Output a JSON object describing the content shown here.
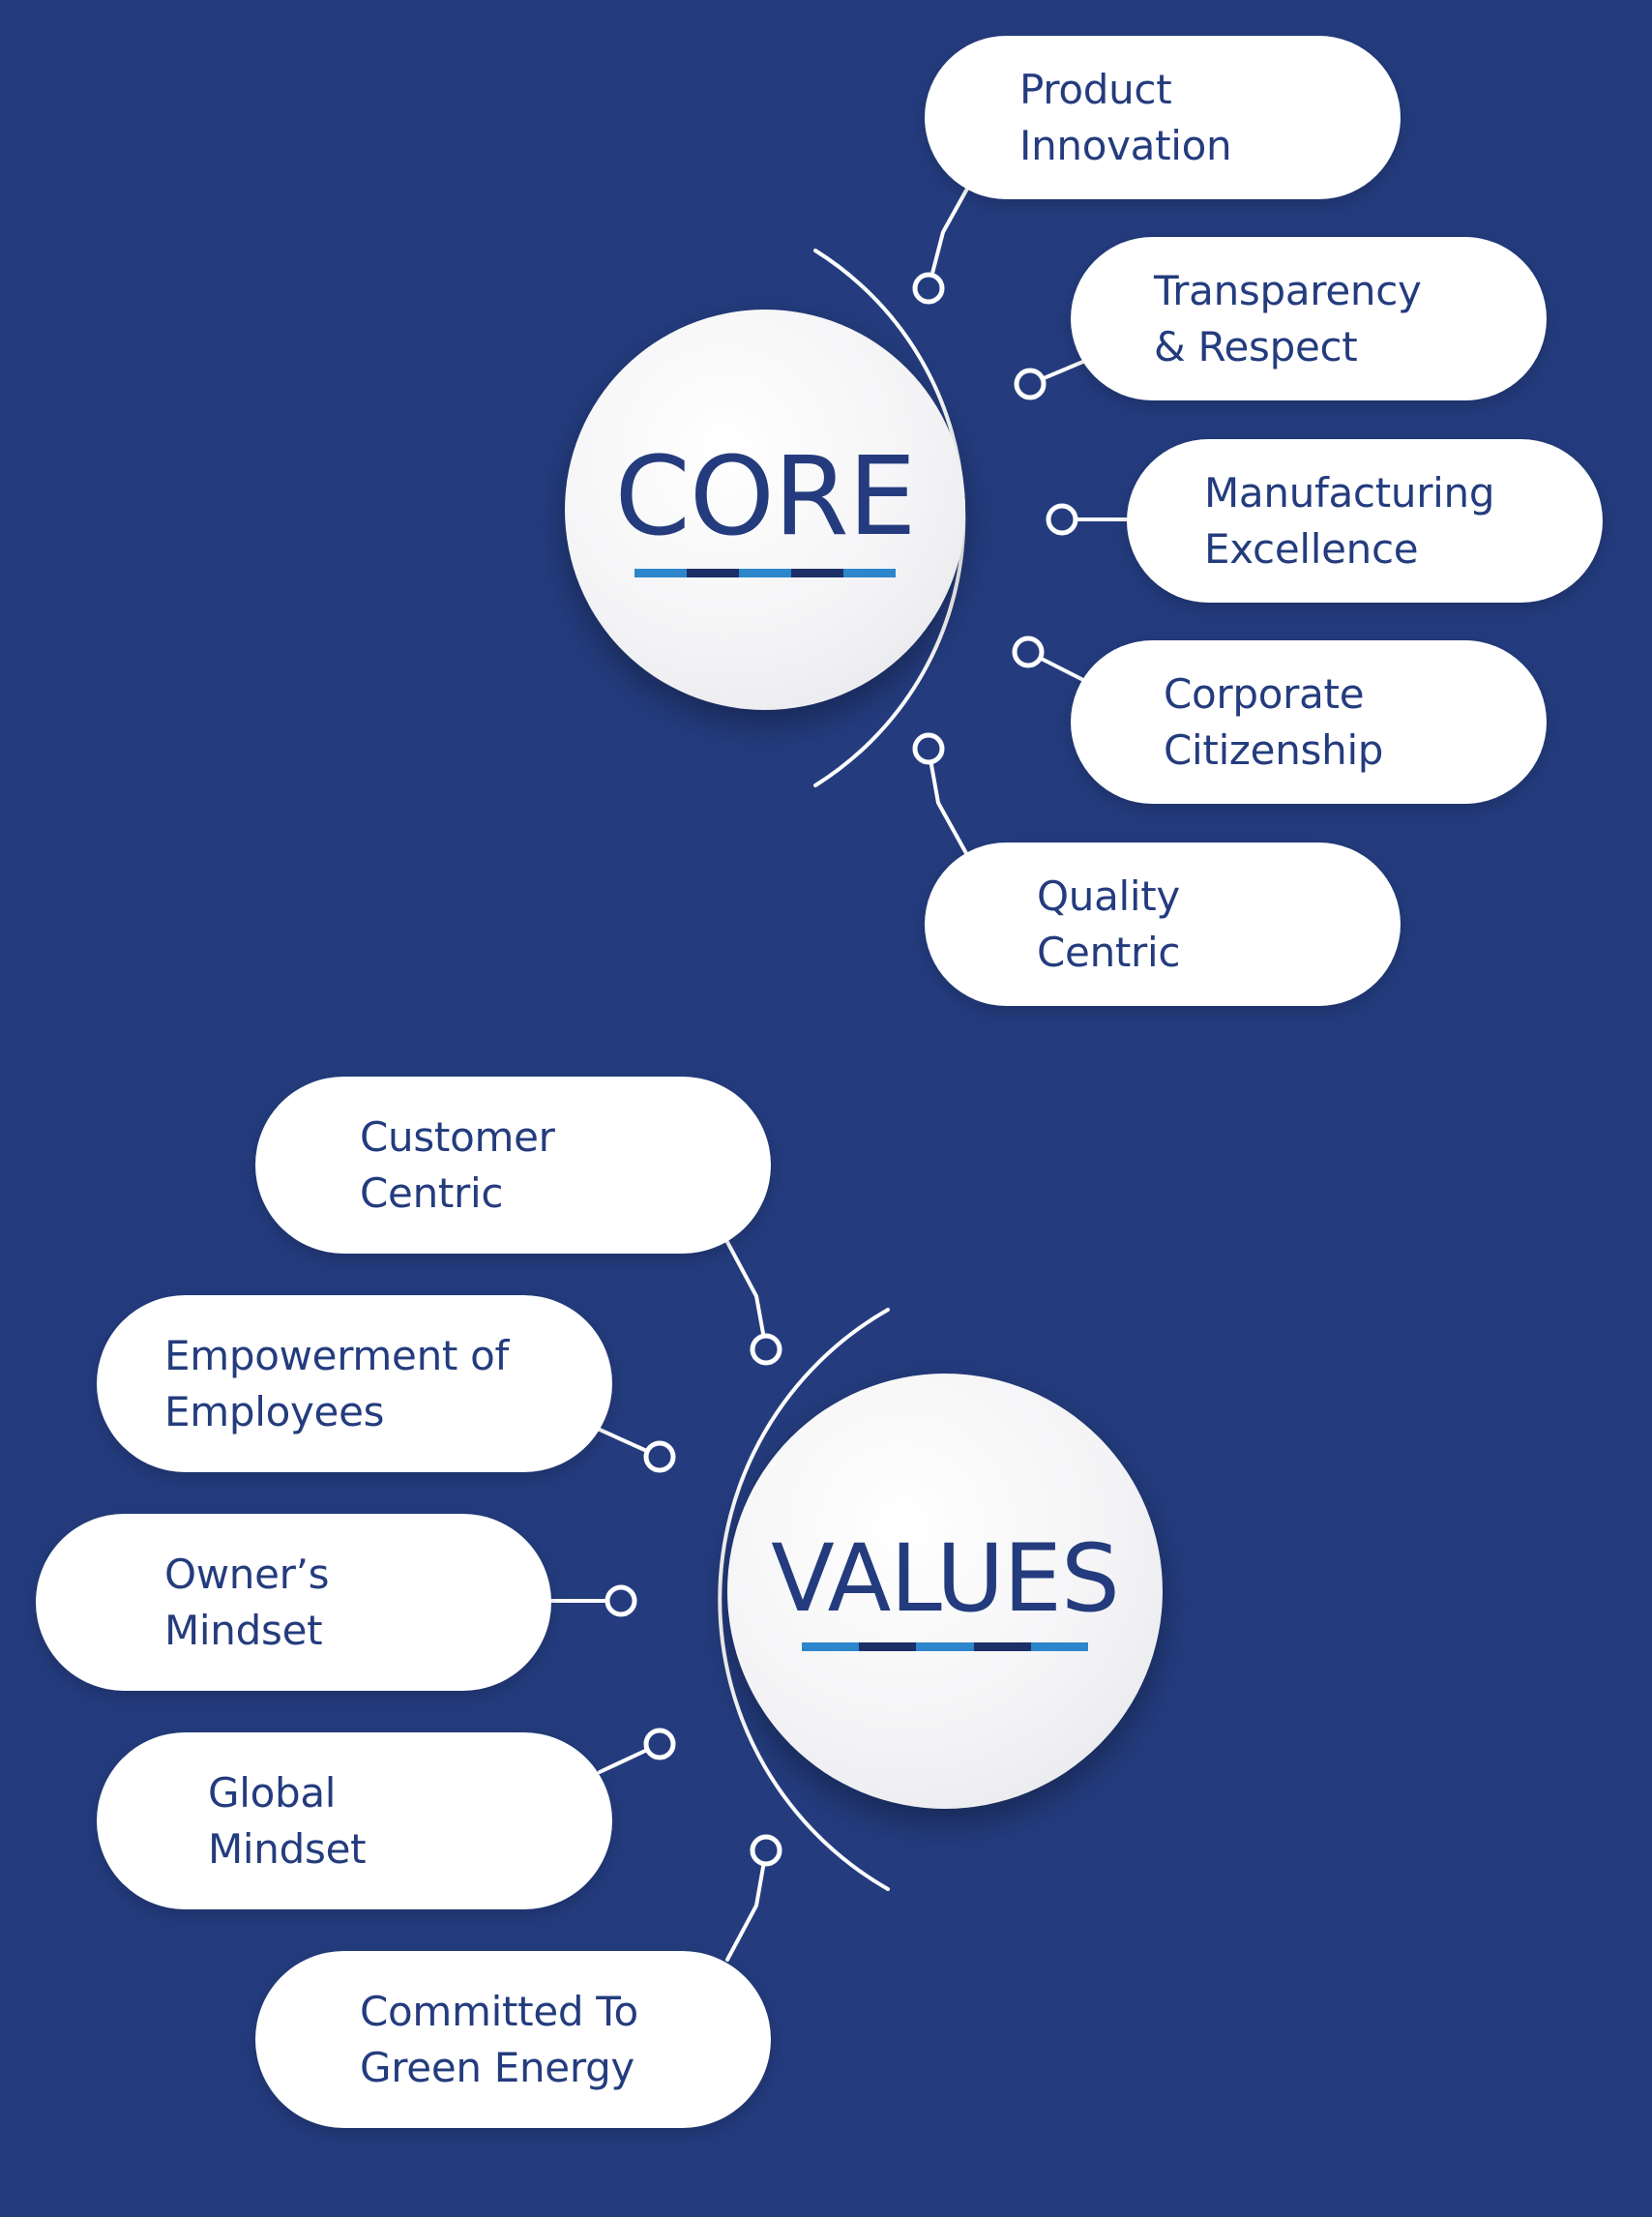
{
  "core": {
    "title": "CORE",
    "items": [
      {
        "line1": "Product",
        "line2": "Innovation"
      },
      {
        "line1": "Transparency",
        "line2": "& Respect"
      },
      {
        "line1": "Manufacturing",
        "line2": "Excellence"
      },
      {
        "line1": "Corporate",
        "line2": "Citizenship"
      },
      {
        "line1": "Quality",
        "line2": "Centric"
      }
    ]
  },
  "values": {
    "title": "VALUES",
    "items": [
      {
        "line1": "Customer",
        "line2": "Centric"
      },
      {
        "line1": "Empowerment of",
        "line2": "Employees"
      },
      {
        "line1": "Owner’s",
        "line2": "Mindset"
      },
      {
        "line1": "Global",
        "line2": "Mindset"
      },
      {
        "line1": "Committed To",
        "line2": "Green Energy"
      }
    ]
  },
  "colors": {
    "background": "#243c7e",
    "text": "#243c7e",
    "accent_light": "#2d86cc",
    "accent_dark": "#1c2f66",
    "connector": "#ffffff"
  }
}
